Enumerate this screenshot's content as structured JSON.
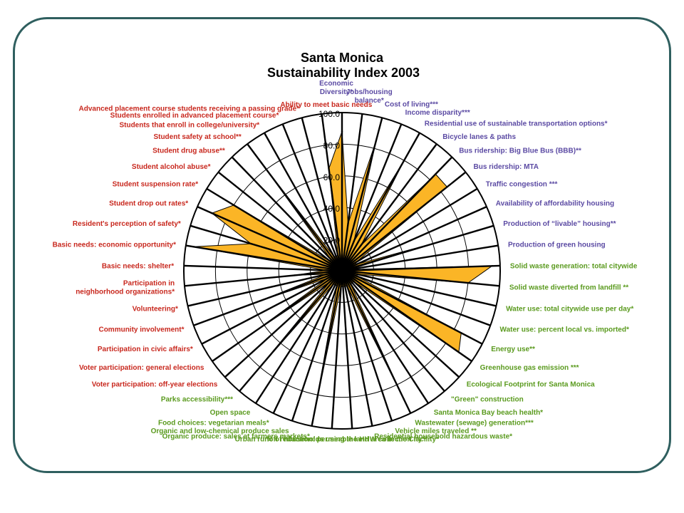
{
  "chart_data": {
    "type": "radar",
    "title_line1": "Santa Monica",
    "title_line2": "Sustainability Index 2003",
    "rmax": 100,
    "ticks": [
      "20.0",
      "40.0",
      "60.0",
      "80.0",
      "100.0"
    ],
    "grid": true,
    "colors": {
      "fill": "#FBB526",
      "stroke": "#000000",
      "economic": "#5b4aa3",
      "environment": "#5a9a1e",
      "social": "#c8281e"
    },
    "spokes": [
      {
        "label": "Economic Diversity*",
        "group": "economic",
        "value": 88
      },
      {
        "label": "Jobs/housing balance*",
        "group": "economic",
        "value": 30
      },
      {
        "label": "Cost of living***",
        "group": "economic",
        "value": 85
      },
      {
        "label": "Income disparity***",
        "group": "economic",
        "value": 20
      },
      {
        "label": "Residential use of sustainable transportation options*",
        "group": "economic",
        "value": 80
      },
      {
        "label": "Bicycle lanes & paths",
        "group": "economic",
        "value": 20
      },
      {
        "label": "Bus ridership: Big Blue Bus (BBB)**",
        "group": "economic",
        "value": 85
      },
      {
        "label": "Bus ridership: MTA",
        "group": "economic",
        "value": 85
      },
      {
        "label": "Traffic congestion ***",
        "group": "economic",
        "value": 10
      },
      {
        "label": "Availability of affordability housing",
        "group": "economic",
        "value": 10
      },
      {
        "label": "Production of “livable” housing**",
        "group": "economic",
        "value": 70
      },
      {
        "label": "Production of green housing",
        "group": "economic",
        "value": 5
      },
      {
        "label": "Solid waste generation: total citywide",
        "group": "environment",
        "value": 95
      },
      {
        "label": "Solid waste diverted from landfill **",
        "group": "environment",
        "value": 80
      },
      {
        "label": "Water use: total citywide use per day*",
        "group": "environment",
        "value": 10
      },
      {
        "label": "Water use: percent local vs. imported*",
        "group": "environment",
        "value": 10
      },
      {
        "label": "Energy use**",
        "group": "environment",
        "value": 85
      },
      {
        "label": "Greenhouse gas emission ***",
        "group": "environment",
        "value": 90
      },
      {
        "label": "Ecological Footprint for Santa Monica",
        "group": "environment",
        "value": 10
      },
      {
        "label": "\"Green\" construction",
        "group": "environment",
        "value": 10
      },
      {
        "label": "Santa Monica Bay beach health*",
        "group": "environment",
        "value": 10
      },
      {
        "label": "Wastewater (sewage) generation***",
        "group": "environment",
        "value": 90
      },
      {
        "label": "Vehicle miles traveled **",
        "group": "environment",
        "value": 10
      },
      {
        "label": "Residential household hazardous waste*",
        "group": "environment",
        "value": 10
      },
      {
        "label": "% of households using the HHW collection facility*",
        "group": "environment",
        "value": 10
      },
      {
        "label": "Urban runoff reduction: permeable land area in the City**",
        "group": "environment",
        "value": 10
      },
      {
        "label": "Organic produce: sales at farmers markets*",
        "group": "environment",
        "value": 85
      },
      {
        "label": "Organic and low-chemical produce sales",
        "group": "environment",
        "value": 10
      },
      {
        "label": "Food choices: vegetarian meals*",
        "group": "environment",
        "value": 10
      },
      {
        "label": "Open space",
        "group": "environment",
        "value": 10
      },
      {
        "label": "Parks accessibility***",
        "group": "environment",
        "value": 80
      },
      {
        "label": "Voter participation: off-year elections",
        "group": "social",
        "value": 10
      },
      {
        "label": "Voter participation: general elections",
        "group": "social",
        "value": 70
      },
      {
        "label": "Participation in civic affairs*",
        "group": "social",
        "value": 10
      },
      {
        "label": "Community involvement*",
        "group": "social",
        "value": 55
      },
      {
        "label": "Volunteering*",
        "group": "social",
        "value": 10
      },
      {
        "label": "Participation in neighborhood organizations*",
        "group": "social",
        "value": 30
      },
      {
        "label": "Basic needs: shelter*",
        "group": "social",
        "value": 10
      },
      {
        "label": "Basic needs: economic opportunity*",
        "group": "social",
        "value": 95
      },
      {
        "label": "Resident's perception of safety*",
        "group": "social",
        "value": 60
      },
      {
        "label": "Student drop out rates*",
        "group": "social",
        "value": 90
      },
      {
        "label": "Student suspension rate*",
        "group": "social",
        "value": 80
      },
      {
        "label": "Student alcohol abuse*",
        "group": "social",
        "value": 10
      },
      {
        "label": "Student drug abuse**",
        "group": "social",
        "value": 10
      },
      {
        "label": "Student safety at school**",
        "group": "social",
        "value": 85
      },
      {
        "label": "Students that enroll in college/university*",
        "group": "social",
        "value": 10
      },
      {
        "label": "Students enrolled in advanced placement course*",
        "group": "social",
        "value": 10
      },
      {
        "label": "Advanced placement course students receiving a passing grade*",
        "group": "social",
        "value": 10
      },
      {
        "label": "Ability to meet basic needs",
        "group": "social",
        "value": 65
      }
    ]
  }
}
